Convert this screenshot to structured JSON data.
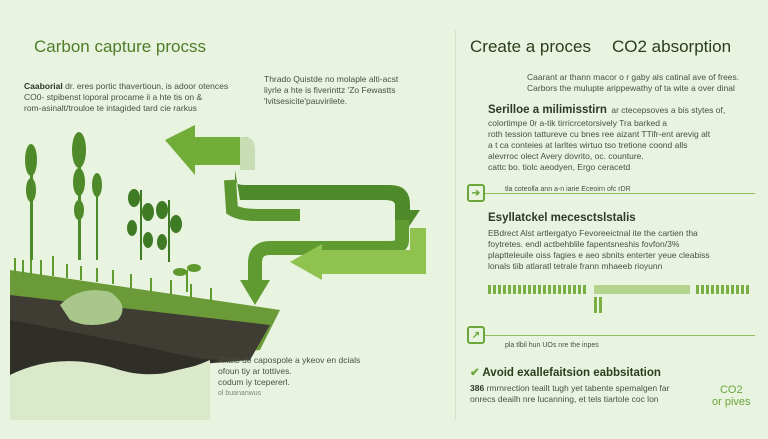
{
  "left": {
    "title": "Carbon capture procss",
    "intro_lead": "Caaborial",
    "intro_rest": " dr. eres portic thavertioun,  is adoor otences",
    "intro_line2": "CO0- stpibenst loporal procame ii a hte tis on &",
    "intro_line3": "rom-asinalt/trouloe te intagided tard cie rarkus",
    "side_line1": "Thrado Quistde no molaple alti-acst",
    "side_line2": "liyrle a hte is fiverinttz 'Zo Fewastts",
    "side_line3": "'lvitsesicite'pauvirilete.",
    "caption_line1": "Rituib de capospole a ykeov en dcials",
    "caption_line2": "ofoun tiy ar tottives.",
    "caption_line3": "codum iy tcepererl.",
    "caption_line4": "ol buananwus"
  },
  "right": {
    "title1": "Create a proces",
    "title2": "CO2 absorption",
    "top_line1": "Caarant ar thann macor o r gaby als catinal ave of frees.",
    "top_line2": "Carbors the mulupte arippewathy of ta wite a over dinal",
    "section1_head": "Serilloe a milimisstirn",
    "section1_head_tail": "ar ctecepsoves a bis stytes of,",
    "section1_line1": "colortimpe 0r a-tik tirricrcetorsively Tra barked a",
    "section1_line2": "roth tession tattureve cu bnes ree aizant TTifr-ent arevig alt",
    "section1_line3": "a t ca conteies at larltes wirtuo tso tretione coond alls",
    "section1_line4": "alevrroc olect Avery dovrito,  oc. counture.",
    "section1_line5": "cattc bo. tiolc aeodyen, Ergo ceracetd",
    "row1_text": "tla coteolla  ann a-n iarie Eceoirn ofc  rDR",
    "section2_head": "Esyllatckel mecesctslstalis",
    "section2_line1": "EBdrect Alst artlergatyo Fevoreeictnal ite the cartien tha",
    "section2_line2": "foytretes. endl actbehblile fapentsneshis  fovfon/3%",
    "section2_line3": "plaptteleuile oiss fagies e aeo sbnits enterter yeue cleabiss",
    "section2_line4": "lonals tiib atlaratl tetrale frann mhaeeb rioyunn",
    "row2_text": "pla tlbil hun UOs nre the inpes",
    "section3_head": "Avoid exallefaitsion eabbsitation",
    "section3_num": "386",
    "section3_line1": "rmrnrection teailt tugh yet tabente spemalgen far",
    "section3_line2": "onrecs deailh nre lucanning, et tels tiartole coc lon",
    "footer_line1": "CO2",
    "footer_line2": "or pives"
  },
  "colors": {
    "background": "#e8f3e0",
    "accent": "#6aa63a",
    "dark_green": "#4f7d2a",
    "light_green": "#b4d48e",
    "soil": "#3b3a30"
  },
  "icons": [
    "leaf-icon",
    "plant-icon",
    "grass-icon",
    "wheat-icon",
    "arrow-icon",
    "carbon-icon"
  ]
}
